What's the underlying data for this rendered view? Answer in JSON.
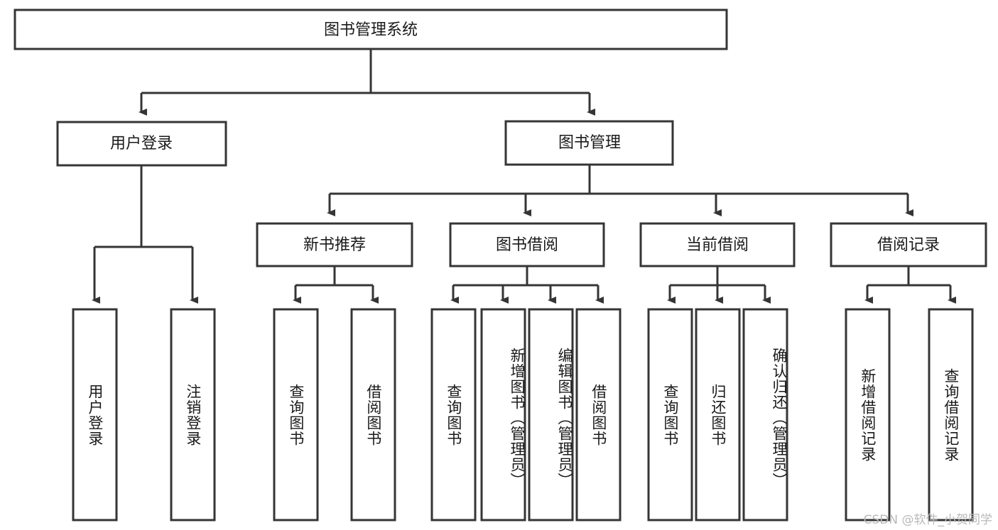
{
  "diagram": {
    "title": "图书管理系统",
    "type": "tree-hierarchy-diagram",
    "colors": {
      "box_stroke": "#353535",
      "box_fill": "#ffffff",
      "text": "#1a1a1a",
      "background": "#ffffff",
      "watermark": "#b9b9b9"
    },
    "root": {
      "label": "图书管理系统"
    },
    "level2": [
      {
        "label": "用户登录"
      },
      {
        "label": "图书管理"
      }
    ],
    "level3": [
      {
        "label": "新书推荐"
      },
      {
        "label": "图书借阅"
      },
      {
        "label": "当前借阅"
      },
      {
        "label": "借阅记录"
      }
    ],
    "leaves": {
      "user_login": [
        {
          "label": "用户登录"
        },
        {
          "label": "注销登录"
        }
      ],
      "new_book_recommend": [
        {
          "label": "查询图书"
        },
        {
          "label": "借阅图书"
        }
      ],
      "book_borrow": [
        {
          "label": "查询图书"
        },
        {
          "label": "新增图书（管理员）"
        },
        {
          "label": "编辑图书（管理员）"
        },
        {
          "label": "借阅图书"
        }
      ],
      "current_borrow": [
        {
          "label": "查询图书"
        },
        {
          "label": "归还图书"
        },
        {
          "label": "确认归还（管理员）"
        }
      ],
      "borrow_record": [
        {
          "label": "新增借阅记录"
        },
        {
          "label": "查询借阅记录"
        }
      ]
    }
  },
  "watermark": {
    "text": "CSDN @软件_小贺同学"
  }
}
